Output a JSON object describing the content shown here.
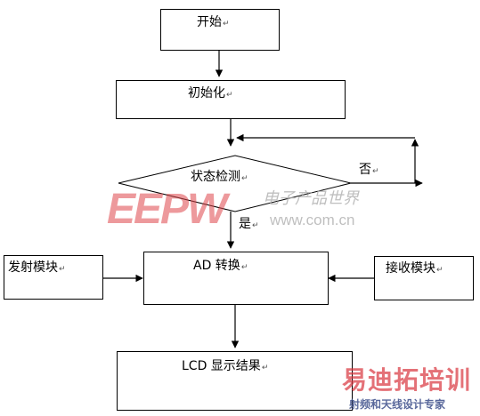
{
  "nodes": {
    "start": "开始",
    "init": "初始化",
    "detect": "状态检测",
    "transmit": "发射模块",
    "convert": "AD 转换",
    "receive": "接收模块",
    "display": "LCD 显示结果"
  },
  "edge_labels": {
    "no": "否",
    "yes": "是"
  },
  "paragraph_mark": "↵",
  "watermarks": {
    "eepw_logo": "EEPW",
    "eepw_cn": "电子产品世界",
    "eepw_url": "www.com.cn",
    "rf_logo": "易迪拓培训",
    "rf_sub": "射频和天线设计专家"
  },
  "colors": {
    "line": "#000000",
    "watermark_red": "#e0474c",
    "watermark_red_light": "#eb8a8d",
    "watermark_grey": "#b0b0b0",
    "rf_red": "#d9363e",
    "rf_sub_blue": "#3d4e8a"
  }
}
